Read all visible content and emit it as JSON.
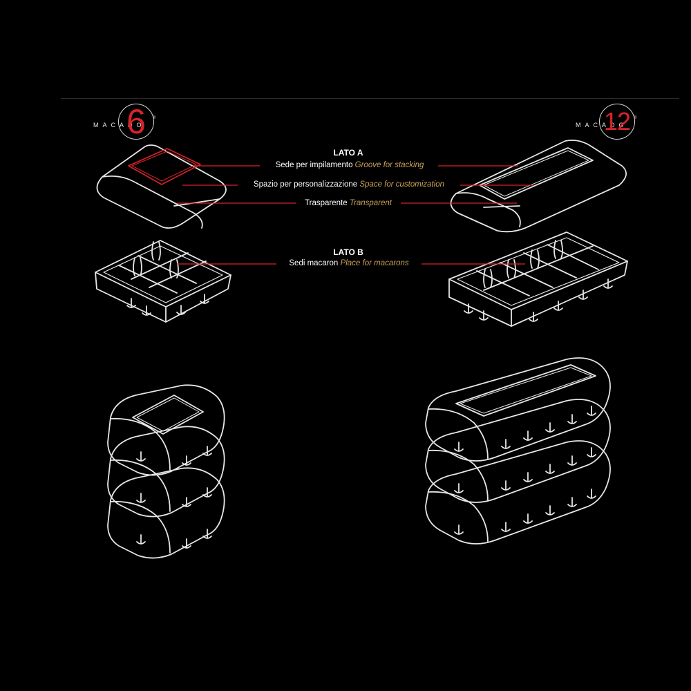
{
  "logos": {
    "left": {
      "word": "MACADO",
      "number": "6",
      "mark": "®"
    },
    "right": {
      "word": "MACADO",
      "number": "12",
      "mark": "®"
    }
  },
  "side_a": {
    "heading": "LATO A",
    "labels": [
      {
        "it": "Sede per impilamento",
        "en": "Groove for stacking"
      },
      {
        "it": "Spazio per personalizzazione",
        "en": "Space for customization"
      },
      {
        "it": "Trasparente",
        "en": "Transparent"
      }
    ]
  },
  "side_b": {
    "heading": "LATO B",
    "labels": [
      {
        "it": "Sedi macaron",
        "en": "Place for macarons"
      }
    ]
  },
  "colors": {
    "background": "#000000",
    "line": "#e6e6e6",
    "accent_red": "#d8232a",
    "accent_gold": "#c9a25a"
  }
}
